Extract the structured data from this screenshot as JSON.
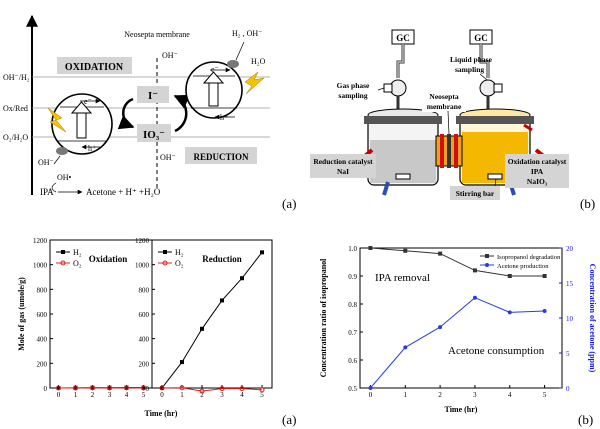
{
  "panel_a": {
    "oxidation_label": "OXIDATION",
    "reduction_label": "REDUCTION",
    "membrane_label": "Neosepta membrane",
    "y_levels": [
      "OH⁻/H₂",
      "Ox/Red",
      "O₂/H₂O"
    ],
    "electron": "e⁻",
    "hole": "h⁺",
    "mediator_top": "I⁻",
    "mediator_bottom": "IO₃⁻",
    "right_products": "H₂ , OH⁻",
    "right_reactant": "H₂O",
    "oh_top": "OH⁻",
    "oh_left": "OH⁻",
    "oh_radical": "OH•",
    "reaction_lhs": "IPA",
    "reaction_rhs": "Acetone + H⁺ +H₂O",
    "panel_tag": "(a)"
  },
  "panel_b": {
    "gc_left": "GC",
    "gc_right": "GC",
    "gas_sampling": "Gas phase sampling",
    "liquid_sampling": "Liquid phase sampling",
    "membrane": "Neosepta membrane",
    "reduction_catalyst": "Reduction catalyst",
    "reduction_salt": "NaI",
    "oxidation_catalyst": "Oxidation catalyst",
    "oxidation_ipa": "IPA",
    "oxidation_salt": "NaIO₃",
    "stirring_bar": "Stirring bar",
    "panel_tag": "(b)"
  },
  "panel_c": {
    "panel_tag": "(a)"
  },
  "panel_d": {
    "panel_tag": "(b)"
  },
  "colors": {
    "h2": "#000000",
    "o2": "#e02020",
    "ipa": "#333333",
    "acetone": "#2a3be0",
    "acetone_axis": "#1a1ae0",
    "orange_tank": "#f5b800",
    "grey_tank": "#c8c8c8",
    "label_box": "#d4d4d4"
  },
  "chart_data": [
    {
      "type": "line",
      "panel": "Oxidation",
      "xlabel": "",
      "ylabel": "Mole of gas (umole/g)",
      "x": [
        0,
        1,
        2,
        3,
        4,
        5
      ],
      "xlim": [
        -0.5,
        5.5
      ],
      "ylim": [
        0,
        1200
      ],
      "yticks": [
        0,
        200,
        400,
        600,
        800,
        1000,
        1200
      ],
      "series": [
        {
          "name": "H₂",
          "values": [
            0,
            1,
            2,
            2,
            3,
            3
          ]
        },
        {
          "name": "O₂",
          "values": [
            0,
            0,
            1,
            0,
            1,
            0
          ]
        }
      ],
      "annotation": "Oxidation"
    },
    {
      "type": "line",
      "panel": "Reduction",
      "xlabel": "Time (hr)",
      "x": [
        0,
        1,
        2,
        3,
        4,
        5
      ],
      "xlim": [
        -0.5,
        5.5
      ],
      "ylim": [
        0,
        1200
      ],
      "yticks": [
        0,
        200,
        400,
        600,
        800,
        1000,
        1200
      ],
      "series": [
        {
          "name": "H₂",
          "values": [
            0,
            210,
            480,
            710,
            890,
            1100
          ]
        },
        {
          "name": "O₂",
          "values": [
            0,
            2,
            -25,
            -5,
            -5,
            -15
          ]
        }
      ],
      "annotation": "Reduction"
    },
    {
      "type": "line",
      "xlabel": "Time (hr)",
      "ylabel": "Concentration ratio of isopropanol",
      "y2label": "Concentration of acetone (ppm)",
      "x": [
        0,
        1,
        2,
        3,
        4,
        5
      ],
      "xlim": [
        -0.3,
        5.5
      ],
      "ylim": [
        0.5,
        1.0
      ],
      "yticks": [
        0.5,
        0.6,
        0.7,
        0.8,
        0.9,
        1.0
      ],
      "y2lim": [
        0,
        20
      ],
      "y2ticks": [
        0,
        5,
        10,
        15,
        20
      ],
      "series": [
        {
          "name": "Isopropanol degradation",
          "axis": "left",
          "values": [
            1.0,
            0.99,
            0.98,
            0.92,
            0.9,
            0.9
          ]
        },
        {
          "name": "Acetone production",
          "axis": "right",
          "values": [
            0,
            5.8,
            8.7,
            12.9,
            10.8,
            11.0
          ]
        }
      ],
      "annotations": [
        "IPA removal",
        "Acetone consumption"
      ]
    }
  ]
}
